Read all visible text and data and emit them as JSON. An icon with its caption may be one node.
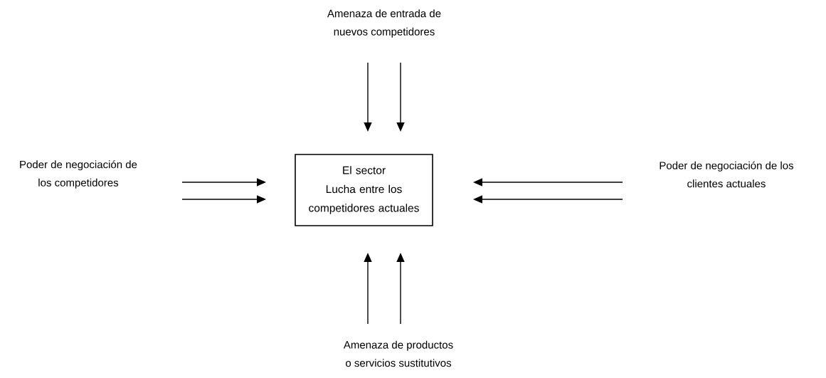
{
  "diagram": {
    "nodes": [
      {
        "text": [
          "Amenaza de entrada de nuevos competidores"
        ]
      },
      {
        "text": [
          "Poder de negociación de los competidores"
        ]
      },
      {
        "text": [
          "El sector",
          "Lucha entre los competidores actuales"
        ]
      },
      {
        "text": [
          "Poder de negociación de los clientes actuales"
        ]
      },
      {
        "text": [
          "Amenaza de productos o servicios sustitutivos"
        ]
      }
    ],
    "edges": [
      {
        "from": 0,
        "to": 2,
        "arrow": "to"
      },
      {
        "from": 0,
        "to": 2,
        "arrow": "to"
      },
      {
        "from": 1,
        "to": 2,
        "arrow": "to"
      },
      {
        "from": 1,
        "to": 2,
        "arrow": "to"
      },
      {
        "from": 3,
        "to": 2,
        "arrow": "to"
      },
      {
        "from": 3,
        "to": 2,
        "arrow": "to"
      },
      {
        "from": 4,
        "to": 2,
        "arrow": "to"
      },
      {
        "from": 4,
        "to": 2,
        "arrow": "to"
      }
    ]
  }
}
